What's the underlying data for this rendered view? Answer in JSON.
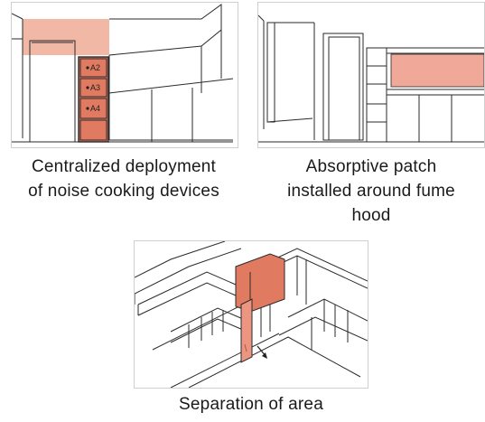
{
  "panels": [
    {
      "caption_lines": [
        "Centralized deployment",
        "of noise cooking devices"
      ],
      "device_labels": [
        "A2",
        "A3",
        "A4"
      ],
      "highlight_color": "#e07a60",
      "highlight_light": "#f2b8a6"
    },
    {
      "caption_lines": [
        "Absorptive patch",
        "installed around fume",
        "hood"
      ],
      "highlight_color": "#f0a898"
    },
    {
      "caption_lines": [
        "Separation of area"
      ],
      "highlight_color": "#e07a60"
    }
  ],
  "colors": {
    "line": "#2a2a2a",
    "panel_border": "#cfcfcf"
  }
}
